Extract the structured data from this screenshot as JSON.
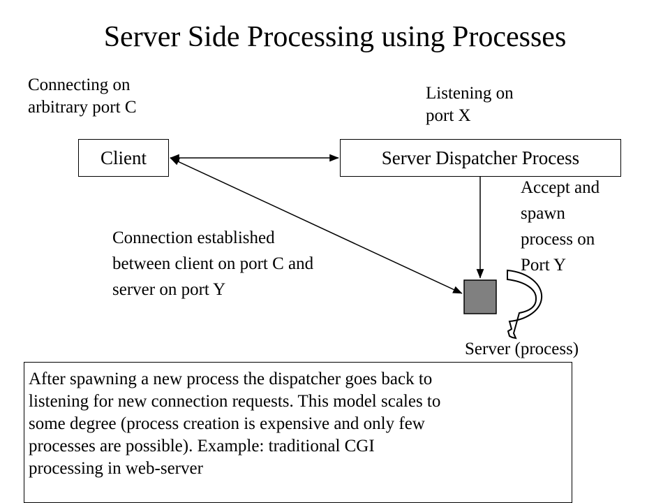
{
  "title": "Server Side Processing using Processes",
  "client_label": "Client",
  "dispatcher_label": "Server Dispatcher Process",
  "connecting_note": [
    "Connecting on",
    "arbitrary port C"
  ],
  "listening_note": [
    "Listening on",
    "port X"
  ],
  "accept_note": [
    "Accept and",
    "spawn",
    "process on",
    "Port Y"
  ],
  "connection_note": [
    "Connection established",
    "between client on port C and",
    "server on port Y"
  ],
  "server_process_label": "Server (process)",
  "summary_lines": [
    "After spawning a new process the dispatcher goes back to",
    "listening for new connection requests. This model scales to",
    "some degree (process creation is expensive and only few",
    "processes are possible). Example: traditional CGI",
    "processing in web-server"
  ],
  "colors": {
    "server_process_fill": "#808080",
    "loop_arrow_fill": "#ffffff"
  }
}
